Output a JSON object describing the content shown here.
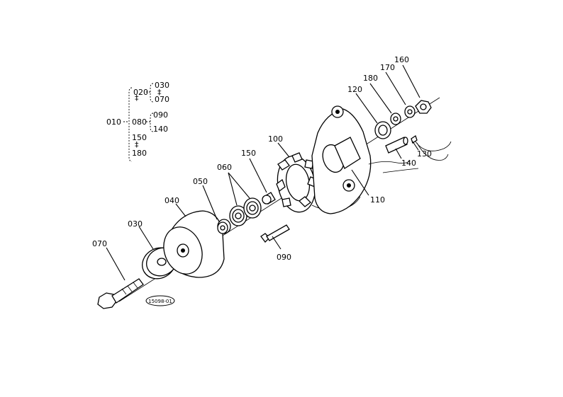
{
  "tree": {
    "root": "010",
    "n020": "020",
    "n030": "030",
    "n070": "070",
    "n080": "080",
    "n090": "090",
    "n140": "140",
    "n150": "150",
    "n180": "180",
    "sep1": "‡",
    "sep2": "‡",
    "sep3": "‡",
    "sep4": "‡"
  },
  "callouts": {
    "c030": "030",
    "c040": "040",
    "c050": "050",
    "c060": "060",
    "c070": "070",
    "c090": "090",
    "c100": "100",
    "c110": "110",
    "c120": "120",
    "c130": "130",
    "c140": "140",
    "c150": "150",
    "c160": "160",
    "c170": "170",
    "c180": "180"
  },
  "stamp": "15098-01"
}
